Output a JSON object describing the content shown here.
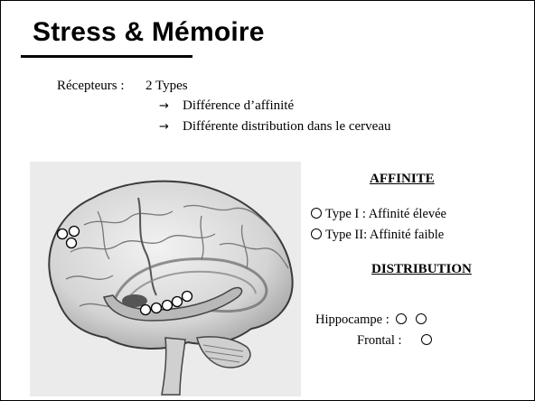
{
  "slide": {
    "title": "Stress & Mémoire",
    "receptors_label": "Récepteurs :",
    "receptors_value": "2 Types",
    "bullets": [
      "Différence d’affinité",
      "Différente distribution dans le cerveau"
    ],
    "affinity_heading": "AFFINITE",
    "type1": "Type I : Affinité élevée",
    "type2": "Type II: Affinité faible",
    "distribution_heading": "DISTRIBUTION",
    "hippocampe_label": "Hippocampe :",
    "frontal_label": "Frontal :"
  },
  "brain_illustration": {
    "icon": "brain-illustration",
    "frontal_receptor_count": 3,
    "hippocampal_receptor_count": 5
  }
}
